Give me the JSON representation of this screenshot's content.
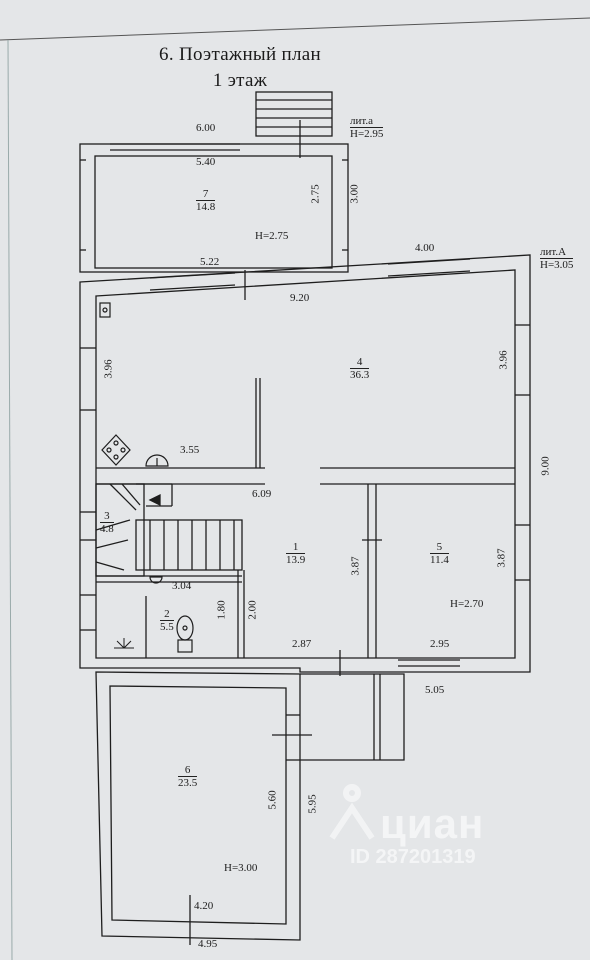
{
  "title": {
    "line1": "6. Поэтажный план",
    "line2": "1 этаж"
  },
  "letters": [
    {
      "name": "лит.а",
      "height": "Н=2.95"
    },
    {
      "name": "лит.А",
      "height": "Н=3.05"
    }
  ],
  "rooms": [
    {
      "number": "7",
      "area": "14.8"
    },
    {
      "number": "4",
      "area": "36.3"
    },
    {
      "number": "3",
      "area": "4.8"
    },
    {
      "number": "1",
      "area": "13.9"
    },
    {
      "number": "5",
      "area": "11.4"
    },
    {
      "number": "2",
      "area": "5.5"
    },
    {
      "number": "6",
      "area": "23.5"
    }
  ],
  "heights": {
    "room7": "H=2.75",
    "room5": "H=2.70",
    "room6": "H=3.00"
  },
  "dimensions": {
    "d600": "6.00",
    "d540": "5.40",
    "d275": "2.75",
    "d300": "3.00",
    "d522": "5.22",
    "d400": "4.00",
    "d920": "9.20",
    "d396a": "3.96",
    "d396b": "3.96",
    "d355": "3.55",
    "d900": "9.00",
    "d609": "6.09",
    "d387a": "3.87",
    "d387b": "3.87",
    "d304": "3.04",
    "d180": "1.80",
    "d200": "2.00",
    "d287": "2.87",
    "d295": "2.95",
    "d505": "5.05",
    "d560": "5.60",
    "d595": "5.95",
    "d420": "4.20",
    "d495": "4.95"
  },
  "watermark": {
    "brand": "циан",
    "id": "ID 287201319"
  }
}
